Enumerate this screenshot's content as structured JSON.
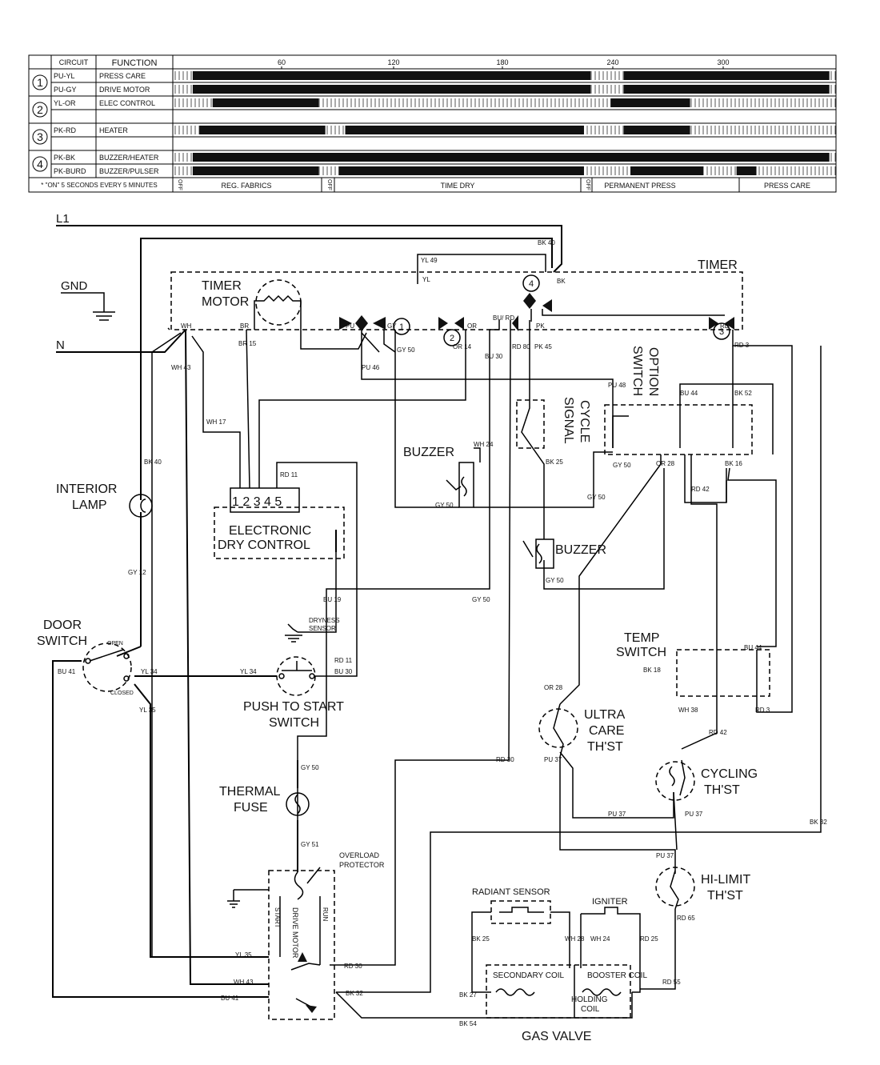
{
  "chart": {
    "header": {
      "circuit": "CIRCUIT",
      "function": "FUNCTION"
    },
    "ticks": [
      "60",
      "120",
      "180",
      "240",
      "300"
    ],
    "circuit_numbers": [
      "1",
      "2",
      "3",
      "4"
    ],
    "rows": [
      {
        "circuit": "PU-YL",
        "function": "PRESS CARE",
        "segments": [
          [
            0.03,
            0.63
          ],
          [
            0.68,
            0.99
          ]
        ]
      },
      {
        "circuit": "PU-GY",
        "function": "DRIVE MOTOR",
        "segments": [
          [
            0.03,
            0.63
          ],
          [
            0.68,
            0.99
          ]
        ]
      },
      {
        "circuit": "YL-OR",
        "function": "ELEC CONTROL",
        "segments": [
          [
            0.06,
            0.22
          ],
          [
            0.66,
            0.78
          ]
        ]
      },
      {
        "circuit": "",
        "function": "",
        "segments": []
      },
      {
        "circuit": "PK-RD",
        "function": "HEATER",
        "segments": [
          [
            0.04,
            0.23
          ],
          [
            0.26,
            0.62
          ],
          [
            0.68,
            0.78
          ]
        ]
      },
      {
        "circuit": "",
        "function": "",
        "segments": []
      },
      {
        "circuit": "PK-BK",
        "function": "BUZZER/HEATER",
        "segments": [
          [
            0.03,
            0.99
          ]
        ]
      },
      {
        "circuit": "PK-BURD",
        "function": "BUZZER/PULSER",
        "segments": [
          [
            0.03,
            0.22
          ],
          [
            0.25,
            0.62
          ],
          [
            0.69,
            0.8
          ],
          [
            0.85,
            0.88
          ]
        ]
      }
    ],
    "footer_note": "* \"ON\" 5 SECONDS EVERY 5 MINUTES",
    "footer_off": "OFF",
    "footer_cycles": [
      "REG. FABRICS",
      "TIME DRY",
      "PERMANENT PRESS",
      "PRESS CARE"
    ]
  },
  "labels": {
    "l1": "L1",
    "gnd": "GND",
    "n": "N",
    "timer": "TIMER",
    "timer_motor_1": "TIMER",
    "timer_motor_2": "MOTOR",
    "interior_lamp_1": "INTERIOR",
    "interior_lamp_2": "LAMP",
    "door_switch_1": "DOOR",
    "door_switch_2": "SWITCH",
    "open": "OPEN",
    "closed": "CLOSED",
    "edc_1": "ELECTRONIC",
    "edc_2": "DRY CONTROL",
    "edc_pins": "1 2 3 4 5",
    "dryness_1": "DRYNESS",
    "dryness_2": "SENSOR",
    "push_1": "PUSH TO START",
    "push_2": "SWITCH",
    "thermal_1": "THERMAL",
    "thermal_2": "FUSE",
    "overload_1": "OVERLOAD",
    "overload_2": "PROTECTOR",
    "start": "START",
    "drive_motor": "DRIVE MOTOR",
    "run": "RUN",
    "buzzer": "BUZZER",
    "cycle_1": "CYCLE",
    "cycle_2": "SIGNAL",
    "option_1": "OPTION",
    "option_2": "SWITCH",
    "temp_1": "TEMP",
    "temp_2": "SWITCH",
    "ultra_1": "ULTRA",
    "ultra_2": "CARE",
    "ultra_3": "TH'ST",
    "cycling_1": "CYCLING",
    "cycling_2": "TH'ST",
    "hilimit_1": "HI-LIMIT",
    "hilimit_2": "TH'ST",
    "radiant": "RADIANT SENSOR",
    "igniter": "IGNITER",
    "secondary": "SECONDARY COIL",
    "booster": "BOOSTER COIL",
    "holding_1": "HOLDING",
    "holding_2": "COIL",
    "gas_valve": "GAS VALVE",
    "c1": "1",
    "c2": "2",
    "c3": "3",
    "c4": "4"
  },
  "wires": {
    "bk40": "BK 40",
    "yl49": "YL 49",
    "yl": "YL",
    "bk": "BK",
    "wh": "WH",
    "br": "BR",
    "pu": "PU",
    "gy": "GY",
    "or": "OR",
    "bu_rd": "BU/ RD",
    "pk": "PK",
    "rd": "RD",
    "br15": "BR 15",
    "gy50": "GY 50",
    "or14": "OR 14",
    "bu30": "BU 30",
    "rd80": "RD 80",
    "pk45": "PK 45",
    "rd3": "RD 3",
    "wh43": "WH 43",
    "pu46": "PU 46",
    "wh17": "WH 17",
    "rd11": "RD 11",
    "pu48": "PU 48",
    "bu44": "BU 44",
    "bk52": "BK 52",
    "wh24": "WH 24",
    "bk25": "BK 25",
    "or28": "OR 28",
    "bk16": "BK 16",
    "rd42": "RD 42",
    "gy12": "GY 12",
    "bu19": "BU 19",
    "bu41": "BU 41",
    "yl34": "YL 34",
    "yl35": "YL 35",
    "pu37": "PU 37",
    "wh38": "WH 38",
    "rd30": "RD 30",
    "bk32": "BK 32",
    "gy51": "GY 51",
    "rd65": "RD 65",
    "wh28": "WH 28",
    "rd25": "RD 25",
    "bk27": "BK 27",
    "bk54": "BK 54",
    "rd55": "RD 55",
    "bk18": "BK 18"
  }
}
